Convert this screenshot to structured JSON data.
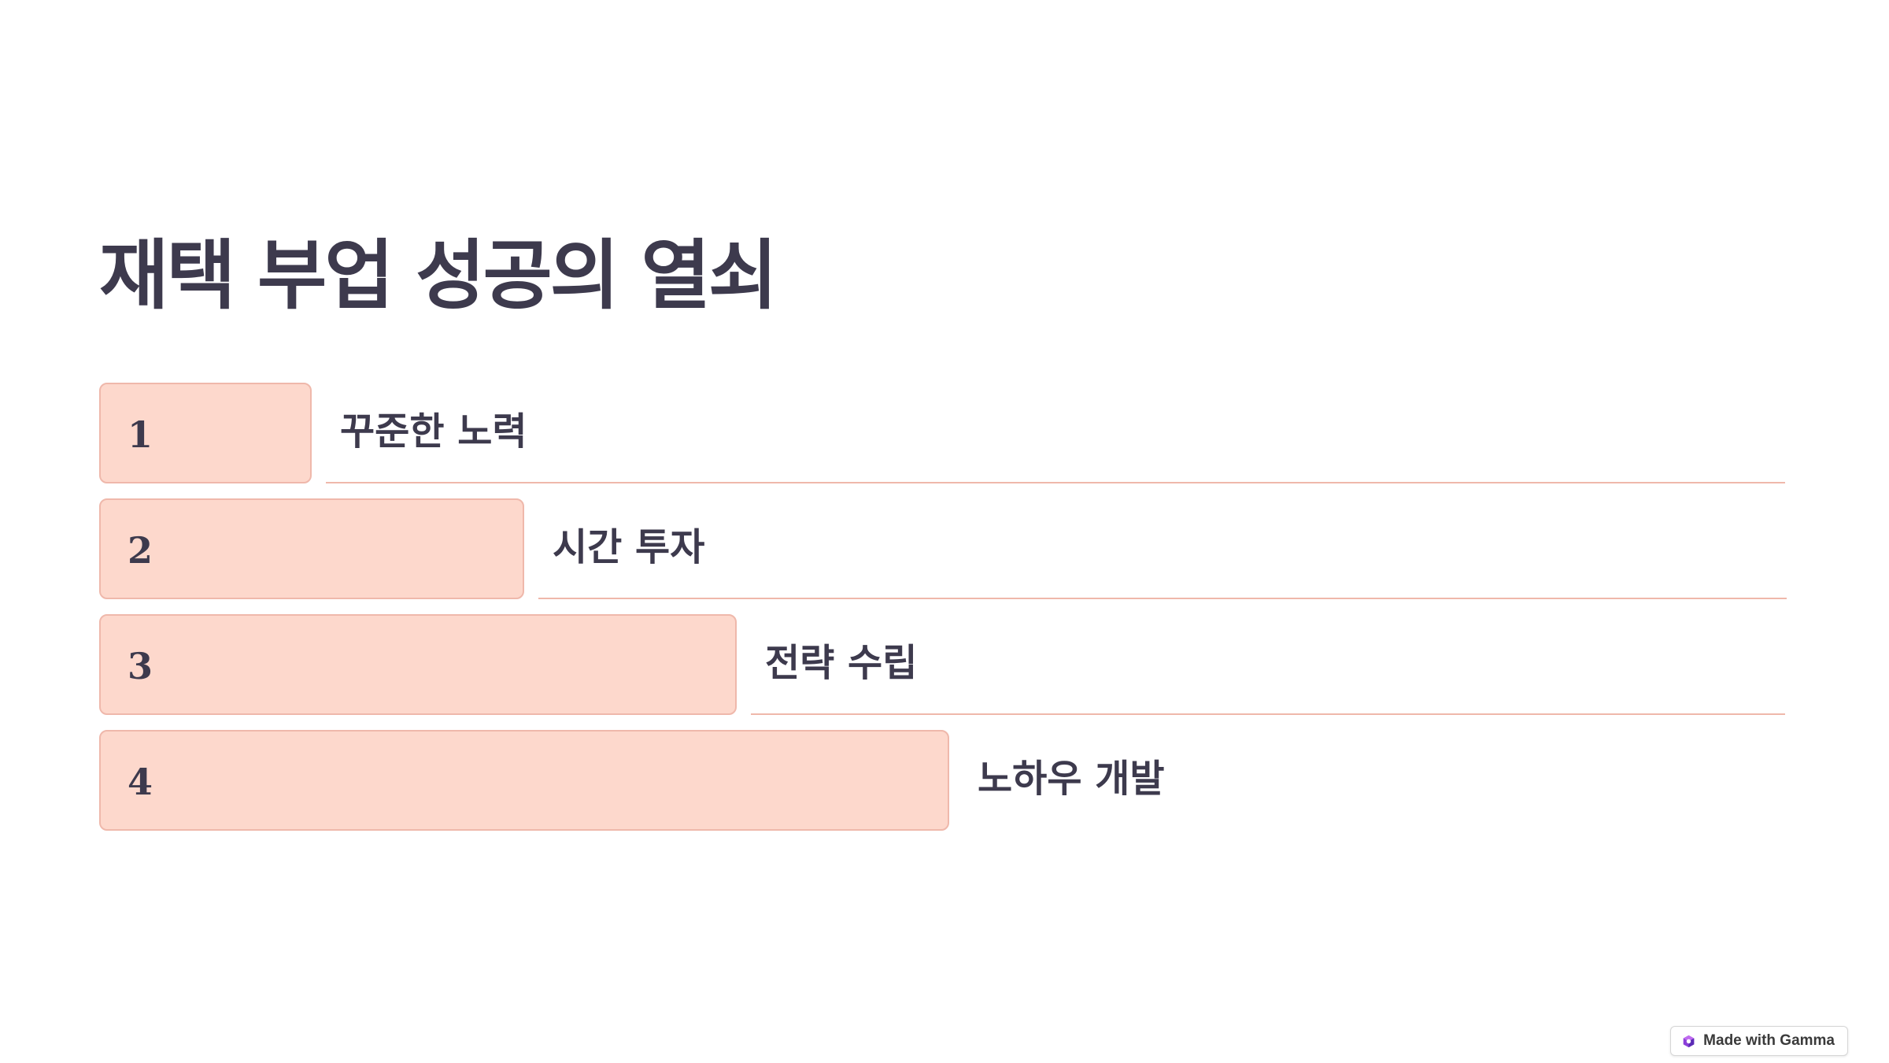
{
  "slide": {
    "title": "재택 부업 성공의 열쇠",
    "steps": [
      {
        "number": "1",
        "label": "꾸준한 노력"
      },
      {
        "number": "2",
        "label": "시간 투자"
      },
      {
        "number": "3",
        "label": "전략 수립"
      },
      {
        "number": "4",
        "label": "노하우 개발"
      }
    ]
  },
  "badge": {
    "label": "Made with Gamma",
    "icon": "gamma-logo-icon"
  },
  "colors": {
    "text": "#3d3a4d",
    "bar_fill": "#fdd8cc",
    "bar_border": "#efb8ab",
    "background": "#ffffff"
  }
}
